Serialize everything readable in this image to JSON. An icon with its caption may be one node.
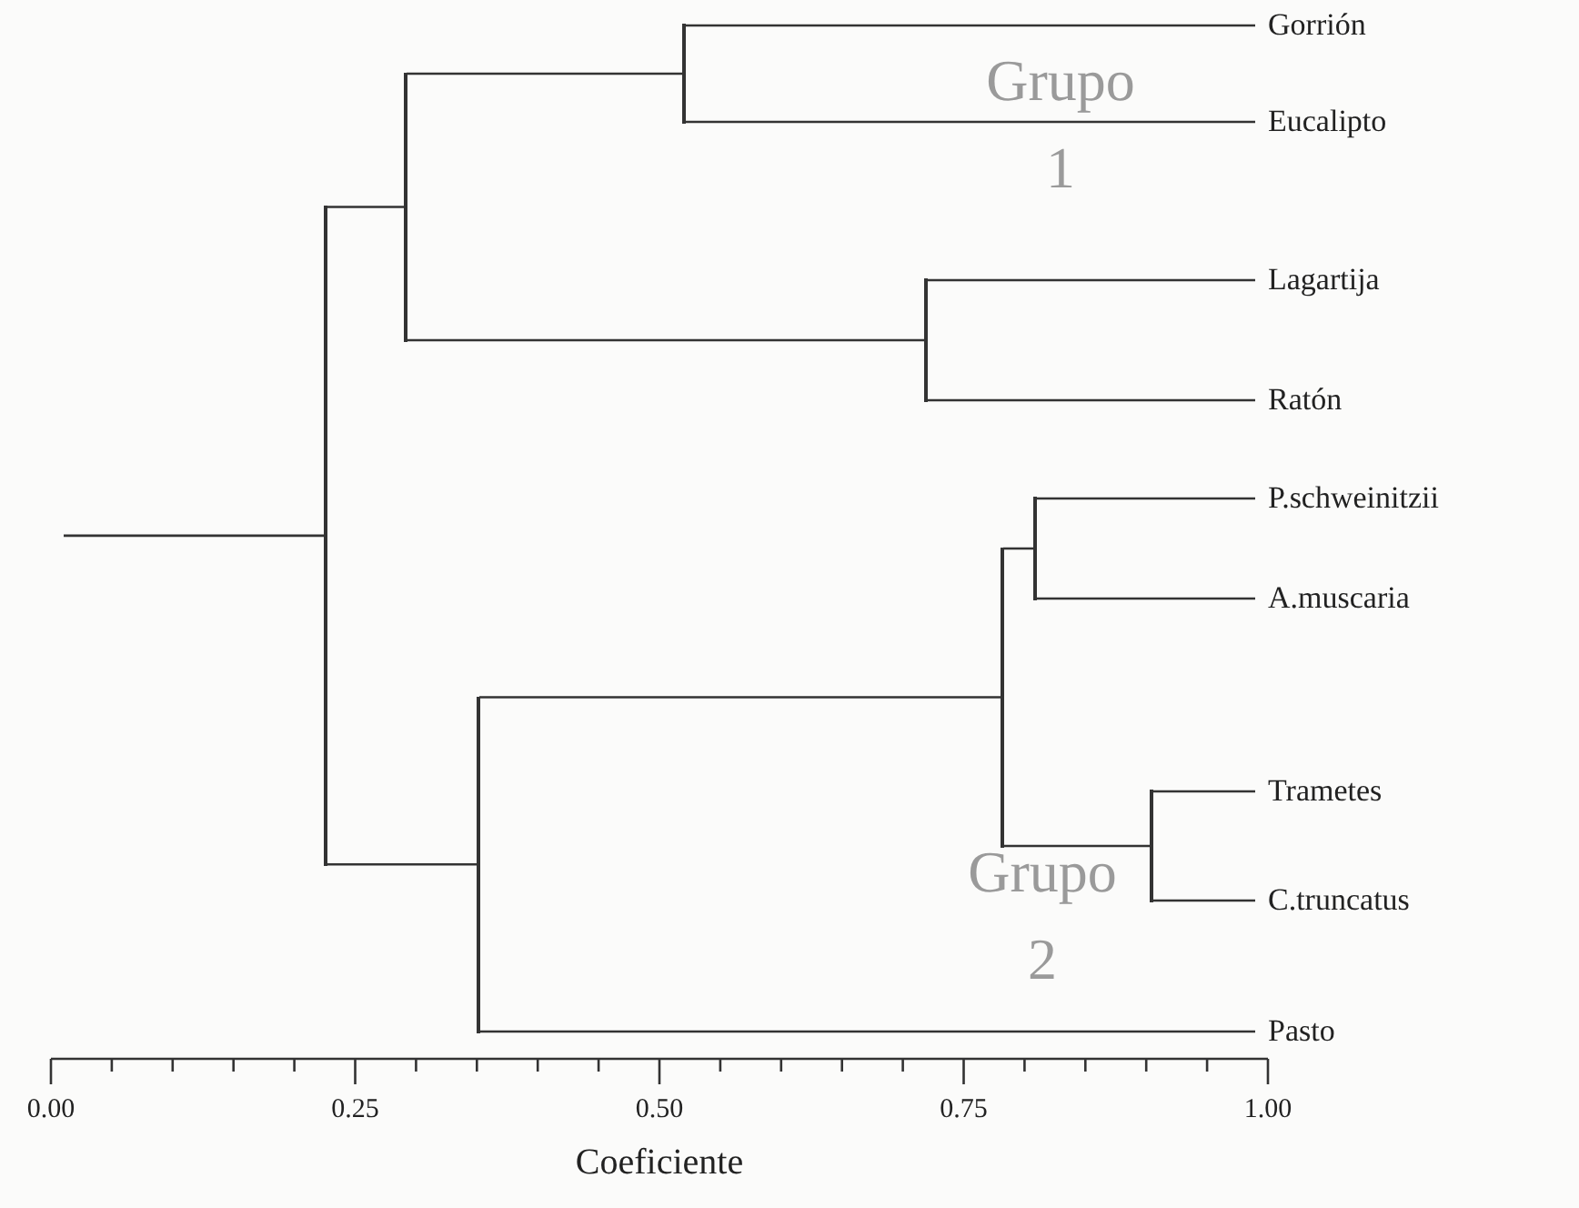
{
  "diagram": {
    "nodes": [
      {
        "text": [
          "Gorrión"
        ]
      },
      {
        "text": [
          "Eucalipto"
        ]
      },
      {
        "text": [
          "Lagartija"
        ]
      },
      {
        "text": [
          "Ratón"
        ]
      },
      {
        "text": [
          "P.schweinitzii"
        ]
      },
      {
        "text": [
          "A.muscaria"
        ]
      },
      {
        "text": [
          "Trametes"
        ]
      },
      {
        "text": [
          "C.truncatus"
        ]
      },
      {
        "text": [
          "Pasto"
        ]
      },
      {
        "text": [],
        "shape": "bar"
      },
      {
        "text": [],
        "shape": "bar"
      },
      {
        "text": [],
        "shape": "bar"
      },
      {
        "text": [],
        "shape": "bar"
      },
      {
        "text": [],
        "shape": "bar"
      },
      {
        "text": [],
        "shape": "bar"
      },
      {
        "text": [],
        "shape": "bar"
      },
      {
        "text": [],
        "shape": "bar"
      }
    ],
    "edges": [
      {
        "from": null,
        "to": 9,
        "arrow": "none"
      },
      {
        "from": 9,
        "to": 10,
        "arrow": "none"
      },
      {
        "from": 9,
        "to": 11,
        "arrow": "none"
      },
      {
        "from": 10,
        "to": 12,
        "arrow": "none"
      },
      {
        "from": 10,
        "to": 13,
        "arrow": "none"
      },
      {
        "from": 12,
        "to": 0,
        "arrow": "none"
      },
      {
        "from": 12,
        "to": 1,
        "arrow": "none"
      },
      {
        "from": 13,
        "to": 2,
        "arrow": "none"
      },
      {
        "from": 13,
        "to": 3,
        "arrow": "none"
      },
      {
        "from": 11,
        "to": 14,
        "arrow": "none"
      },
      {
        "from": 11,
        "to": 8,
        "arrow": "none"
      },
      {
        "from": 14,
        "to": 15,
        "arrow": "none"
      },
      {
        "from": 14,
        "to": 16,
        "arrow": "none"
      },
      {
        "from": 15,
        "to": 4,
        "arrow": "none"
      },
      {
        "from": 15,
        "to": 5,
        "arrow": "none"
      },
      {
        "from": 16,
        "to": 6,
        "arrow": "none"
      },
      {
        "from": 16,
        "to": 7,
        "arrow": "none"
      }
    ],
    "labels": [
      "Grupo 1",
      "Grupo 2",
      "0.00",
      "0.25",
      "0.50",
      "0.75",
      "1.00",
      "Coeficiente"
    ]
  }
}
